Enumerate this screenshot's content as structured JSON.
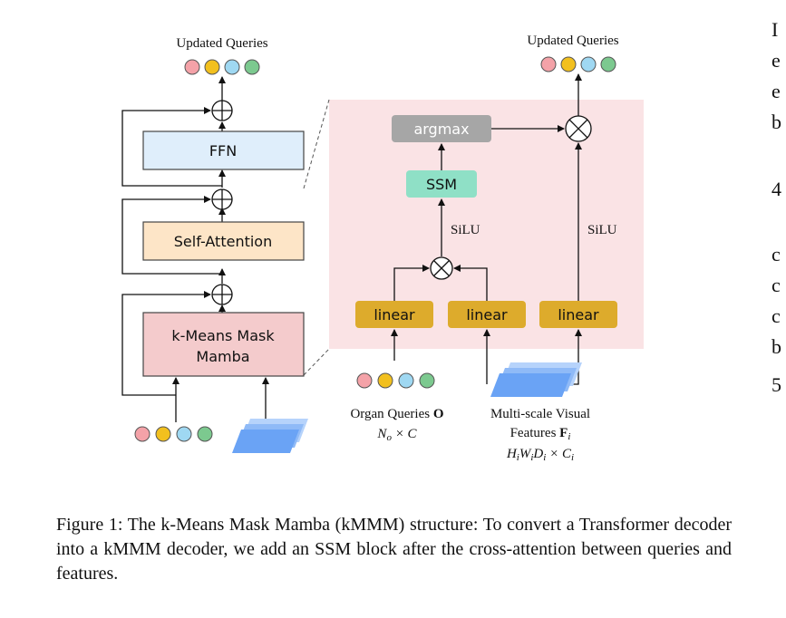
{
  "left_diagram": {
    "output_label": "Updated Queries",
    "ffn_label": "FFN",
    "self_attention_label": "Self-Attention",
    "kmmm_label_line1": "k-Means Mask",
    "kmmm_label_line2": "Mamba"
  },
  "right_diagram": {
    "output_label": "Updated Queries",
    "argmax_label": "argmax",
    "ssm_label": "SSM",
    "silu_left": "SiLU",
    "silu_right": "SiLU",
    "linear_1": "linear",
    "linear_2": "linear",
    "linear_3": "linear",
    "organ_queries_text": "Organ Queries ",
    "organ_queries_symbol": "O",
    "organ_queries_shape": "N",
    "organ_queries_sub": "o",
    "organ_queries_times_c": " × C",
    "features_line1": "Multi-scale Visual",
    "features_line2_text": "Features ",
    "features_symbol": "F",
    "features_symbol_sub": "i",
    "features_shape": "H",
    "features_shape_sub1": "i",
    "features_shape_w": "W",
    "features_shape_sub2": "i",
    "features_shape_d": "D",
    "features_shape_sub3": "i",
    "features_shape_times": " × C",
    "features_shape_sub4": "i"
  },
  "query_colors": [
    "#f4a2a8",
    "#f2c01e",
    "#9fd8f2",
    "#7cc98f"
  ],
  "caption": "Figure 1: The k-Means Mask Mamba (kMMM) structure: To convert a Transformer decoder into a kMMM decoder, we add an SSM block after the cross-attention between queries and features.",
  "edge_fragments": [
    "I",
    "e",
    "e",
    "b",
    "4",
    "c",
    "c",
    "c",
    "b",
    "5"
  ]
}
